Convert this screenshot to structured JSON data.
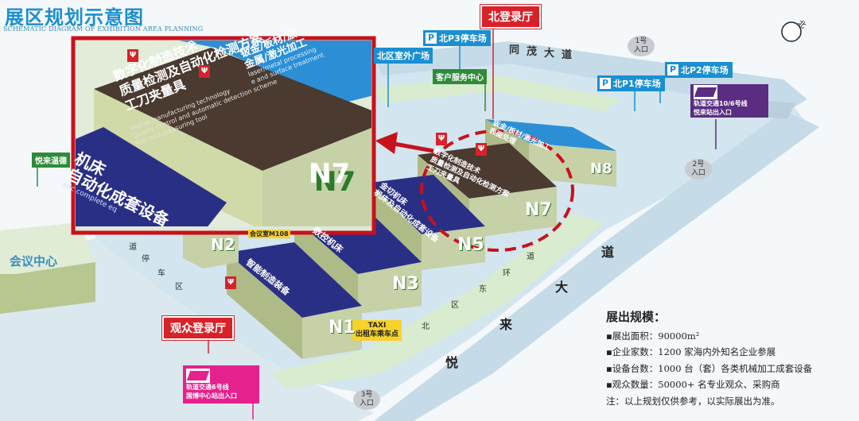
{
  "title": {
    "main": "展区规划示意图",
    "sub": "SCHEMATIC DIAGRAM OF EXHIBITION AREA PLANNING"
  },
  "registration": {
    "north": "北登录厅",
    "visitor": "观众登录厅"
  },
  "parking": {
    "p3": "北P3停车场",
    "p2": "北P2停车场",
    "p1": "北P1停车场"
  },
  "places": {
    "outdoor_plaza": "北区室外广场",
    "customer_service": "客户服务中心",
    "yuelai_hotel": "悦来温德",
    "conference_center": "会议中心",
    "meeting_room": "会议室M108",
    "taxi_title": "TAXI",
    "taxi_label": "出租车乘车点"
  },
  "roads": {
    "tongmao": [
      "同",
      "茂",
      "大",
      "道"
    ],
    "yuelai_avenue": [
      "道",
      "大",
      "来",
      "悦"
    ],
    "north_east_ring": [
      "北",
      "区",
      "东",
      "环",
      "道"
    ],
    "parking_area": [
      "道",
      "停",
      "车",
      "区"
    ]
  },
  "gates": {
    "gate1": {
      "num": "1号",
      "label": "入口"
    },
    "gate2": {
      "num": "2号",
      "label": "入口"
    },
    "gate3": {
      "num": "3号",
      "label": "入口"
    }
  },
  "metro": {
    "line10": {
      "line": "轨道交通10/6号线",
      "station": "悦来站出入口"
    },
    "line6": {
      "line": "轨道交通6号线",
      "station": "国博中心站出入口"
    }
  },
  "compass": {
    "label": "北"
  },
  "halls": {
    "N1": {
      "id": "N1",
      "name": "智能制造装备"
    },
    "N2": {
      "id": "N2",
      "name": ""
    },
    "N3": {
      "id": "N3",
      "name": "数控机床"
    },
    "N5": {
      "id": "N5",
      "name": "金切机床\n机床及自动化成套设备"
    },
    "N7": {
      "id": "N7",
      "name": "数字化制造技术\n质量检测及自动化检测方案\n工刀夹量具"
    },
    "N8": {
      "id": "N8",
      "name": "钣金/板材/激光加工\n表面处理"
    }
  },
  "zoom": {
    "hall_id": "N7",
    "lines": [
      "数字化制造技术",
      "质量检测及自动化检测方案",
      "工刀夹量具"
    ],
    "en_lines": [
      "Digital manufacturing technology",
      "Quality control and automatic detection scheme",
      "Tool and measuring tool"
    ],
    "top_band_lines": [
      "钣金/板材/激",
      "金属/激光加工",
      "laser/metal processing",
      "e and surface treatment"
    ],
    "left_band_lines": [
      "机床",
      "自动化成套设备",
      "atic complete eq"
    ]
  },
  "scale": {
    "title": "展出规模：",
    "items": [
      {
        "label": "展出面积：",
        "value": "90000m²"
      },
      {
        "label": "企业家数：",
        "value": "1200 家海内外知名企业参展"
      },
      {
        "label": "设备台数：",
        "value": "1000 台（套）各类机械加工成套设备"
      },
      {
        "label": "观众数量：",
        "value": "50000+ 名专业观众、采购商"
      }
    ],
    "note": "注：以上规划仅供参考，以实际展出为准。"
  },
  "colors": {
    "road": "#c9dde9",
    "grass": "#d9ecd0",
    "hall_wall": "#c6d1a8",
    "roof_navy": "#2a2f86",
    "roof_brown": "#4a3a30",
    "roof_blue": "#2c8fd6",
    "accent_red": "#d8222a",
    "metro_pink": "#e5218d",
    "metro_purple": "#5a2d82",
    "park_blue": "#1a8fd1"
  }
}
